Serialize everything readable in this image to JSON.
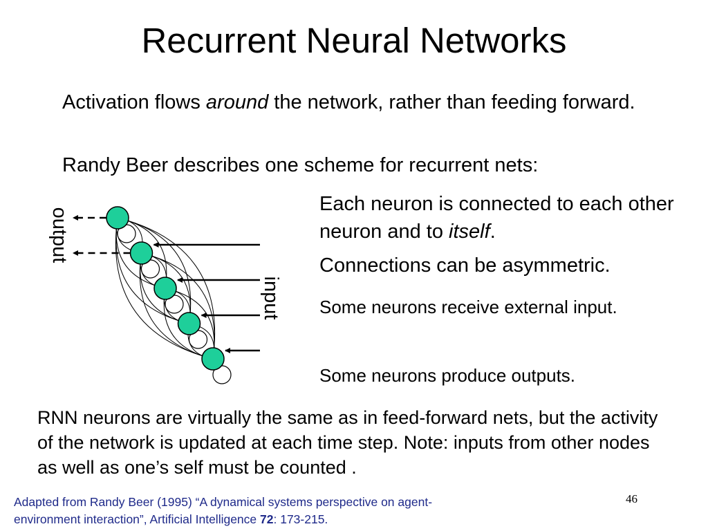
{
  "slide": {
    "title": "Recurrent Neural Networks",
    "intro": {
      "line1_before": "Activation flows ",
      "line1_em": "around",
      "line1_after": " the network, rather than feeding forward.",
      "line2": "Randy Beer describes one scheme for recurrent nets:"
    },
    "diagram": {
      "output_label": "output",
      "input_label": "input",
      "neuron_color": "#1ecf9a",
      "neuron_count": 5
    },
    "right_points": {
      "p1_before": "Each neuron is connected to each other neuron and to ",
      "p1_em": "itself",
      "p1_after": ".",
      "p2": "Connections can be asymmetric.",
      "p3": "Some neurons receive external input.",
      "p4": "Some neurons produce outputs."
    },
    "note": "RNN neurons are virtually the same as in feed-forward nets, but the activity of the network is updated at each time step. Note: inputs from other nodes as well as one’s self must be counted .",
    "footer": {
      "before": "Adapted from Randy Beer (1995) “A dynamical systems perspective on agent-environment interaction”, Artificial Intelligence ",
      "bold": "72",
      "after": ": 173-215."
    },
    "page_number": "46",
    "colors": {
      "text": "#000000",
      "footer_text": "#1f2a8a",
      "background": "#ffffff"
    }
  }
}
